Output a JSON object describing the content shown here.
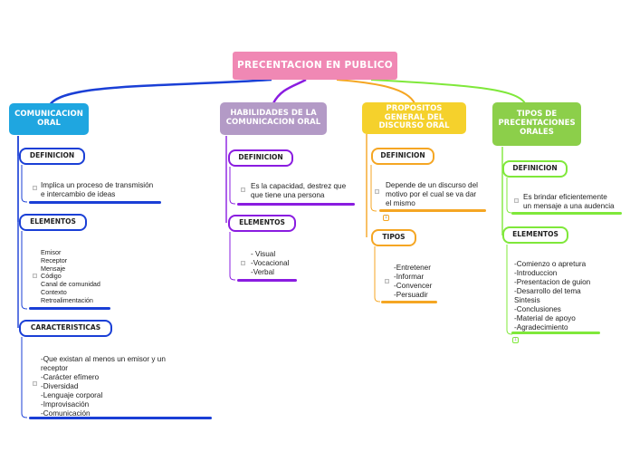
{
  "colors": {
    "central": "#f088b4",
    "comunicacion": "#1fa6e0",
    "habilidades": "#b39ac6",
    "propositos": "#f5d12c",
    "tipos": "#8ccf4a",
    "comunicacion_line": "#1a3fd6",
    "habilidades_line": "#8a1ce0",
    "propositos_line": "#f5a623",
    "tipos_line": "#7fe83a"
  },
  "central": {
    "title": "PRECENTACION EN PUBLICO"
  },
  "branches": {
    "comunicacion": {
      "title": "COMUNICACION ORAL",
      "definicion": {
        "label": "DEFINICION",
        "text": [
          "Implica un proceso de transmisión",
          "e intercambio de ideas"
        ]
      },
      "elementos": {
        "label": "ELEMENTOS",
        "items": [
          "Emisor",
          "Receptor",
          "Mensaje",
          "Código",
          "Canal de comunidad",
          "Contexto",
          "Retroalimentación"
        ]
      },
      "caracteristicas": {
        "label": "CARACTERISTICAS",
        "items": [
          "-Que existan al menos un emisor y un",
          "receptor",
          "-Carácter efímero",
          "-Diversidad",
          "-Lenguaje corporal",
          "-Improvisación",
          "-Comunicación"
        ]
      }
    },
    "habilidades": {
      "title": "HABILIDADES DE LA COMUNICACION ORAL",
      "definicion": {
        "label": "DEFINICION",
        "text": [
          "Es la capacidad, destrez que",
          "que tiene una persona"
        ]
      },
      "elementos": {
        "label": "ELEMENTOS",
        "items": [
          "- Visual",
          "-Vocacional",
          "-Verbal"
        ]
      }
    },
    "propositos": {
      "title": "PROPOSITOS GENERAL DEL DISCURSO ORAL",
      "definicion": {
        "label": "DEFINICION",
        "text": [
          "Depende de un discurso del",
          "motivo por el cual se va dar",
          "el mismo"
        ]
      },
      "tipos": {
        "label": "TIPOS",
        "items": [
          "-Entretener",
          "-Informar",
          "-Convencer",
          "-Persuadir"
        ]
      }
    },
    "tipos": {
      "title": "TIPOS DE PRECENTACIONES ORALES",
      "definicion": {
        "label": "DEFINICION",
        "text": [
          "Es brindar eficientemente",
          "un mensaje a una audencia"
        ]
      },
      "elementos": {
        "label": "ELEMENTOS",
        "items": [
          "-Comienzo o apretura",
          "-Introduccion",
          "-Presentacion de guion",
          "-Desarrollo del tema",
          "Sintesis",
          "-Conclusiones",
          "-Material de apoyo",
          "-Agradecimiento"
        ]
      }
    }
  }
}
